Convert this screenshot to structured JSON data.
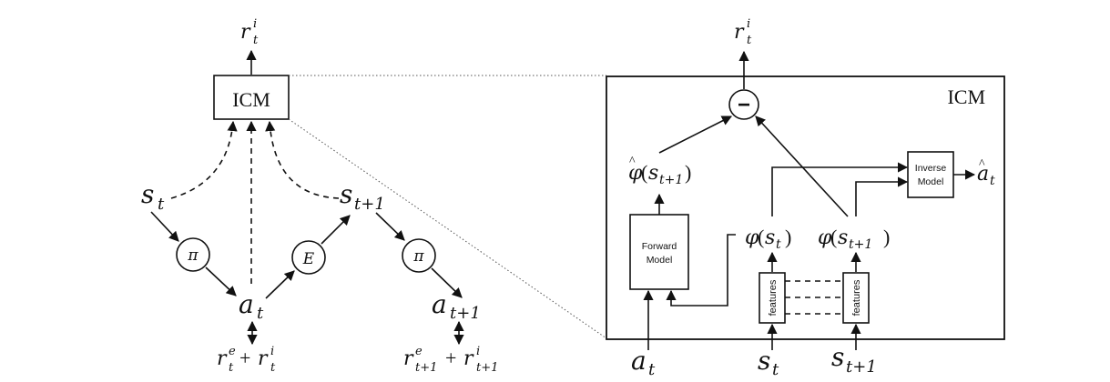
{
  "left_diagram": {
    "icm_box_label": "ICM",
    "reward_top": {
      "base": "r",
      "sup": "i",
      "sub": "t"
    },
    "state_t": {
      "base": "s",
      "sub": "t"
    },
    "state_t1": {
      "base": "s",
      "sub": "t+1"
    },
    "policy_t": "π",
    "env": "E",
    "policy_t1": "π",
    "action_t": {
      "base": "a",
      "sub": "t"
    },
    "action_t1": {
      "base": "a",
      "sub": "t+1"
    },
    "reward_t": {
      "r1": "r",
      "r1_sup": "e",
      "r1_sub": "t",
      "plus": "+",
      "r2": "r",
      "r2_sup": "i",
      "r2_sub": "t"
    },
    "reward_t1": {
      "r1": "r",
      "r1_sup": "e",
      "r1_sub": "t+1",
      "plus": "+",
      "r2": "r",
      "r2_sup": "i",
      "r2_sub": "t+1"
    }
  },
  "right_diagram": {
    "title": "ICM",
    "reward_top": {
      "base": "r",
      "sup": "i",
      "sub": "t"
    },
    "minus_symbol": "−",
    "phi_hat": {
      "func": "φ",
      "hat": "^",
      "arg": "s",
      "sub": "t+1"
    },
    "forward_model": [
      "Forward",
      "Model"
    ],
    "inverse_model": [
      "Inverse",
      "Model"
    ],
    "a_hat": {
      "base": "a",
      "hat": "^",
      "sub": "t"
    },
    "phi_st": {
      "func": "φ",
      "arg": "s",
      "sub": "t"
    },
    "phi_st1": {
      "func": "φ",
      "arg": "s",
      "sub": "t+1"
    },
    "features_left": "features",
    "features_right": "features",
    "input_action": {
      "base": "a",
      "sub": "t"
    },
    "input_state": {
      "base": "s",
      "sub": "t"
    },
    "input_state1": {
      "base": "s",
      "sub": "t+1"
    }
  }
}
